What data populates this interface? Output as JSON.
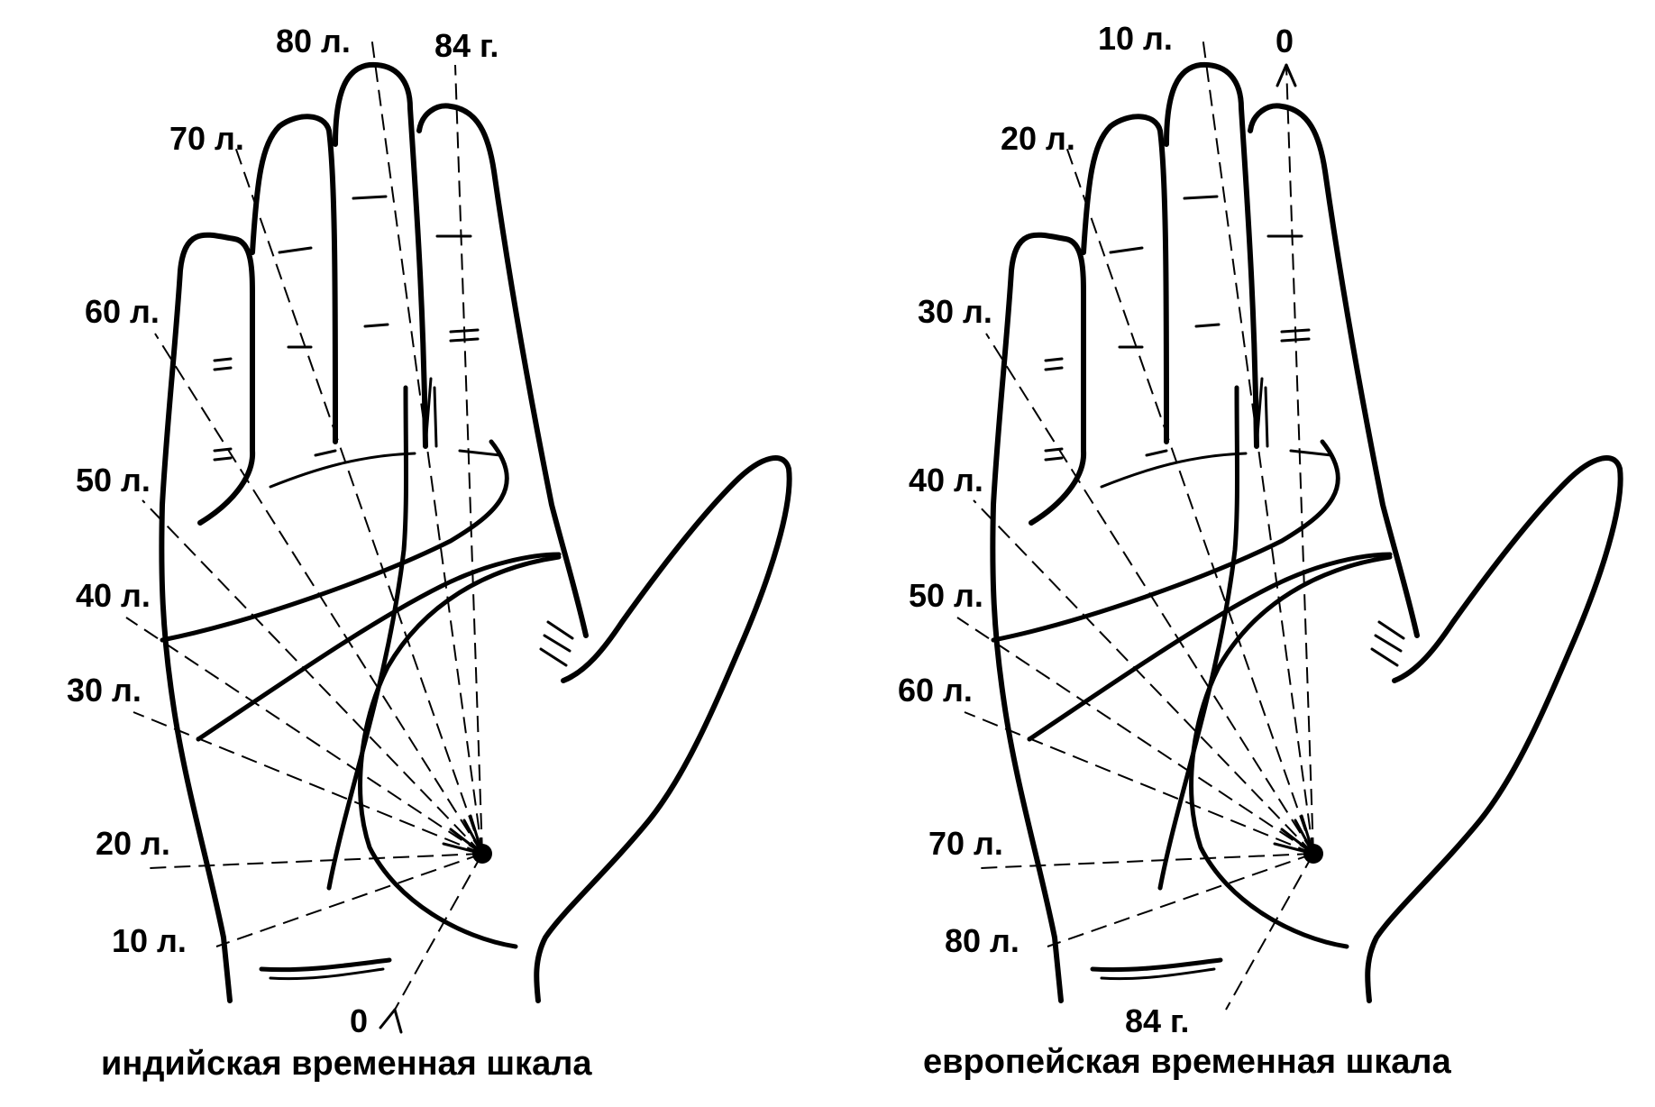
{
  "panels": [
    {
      "id": "indian",
      "caption": "индийская временная шкала",
      "finger_labels": [
        "80 л.",
        "84 г.",
        "70 л.",
        "60 л."
      ],
      "palm_labels": [
        "50 л.",
        "40 л.",
        "30 л.",
        "20 л.",
        "10 л."
      ],
      "end_label": "0"
    },
    {
      "id": "european",
      "caption": "европейская временная шкала",
      "finger_labels": [
        "10 л.",
        "0",
        "20 л.",
        "30 л."
      ],
      "palm_labels": [
        "40 л.",
        "50 л.",
        "60 л.",
        "70 л.",
        "80 л."
      ],
      "end_label": "84 г."
    }
  ]
}
